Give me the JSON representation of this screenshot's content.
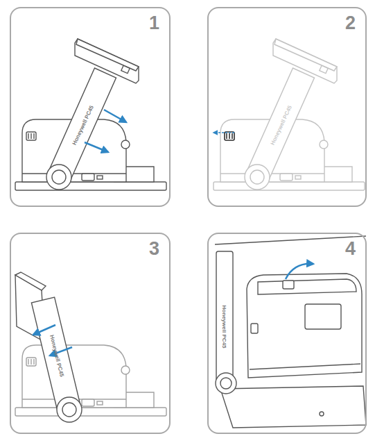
{
  "diagram": {
    "nodes": [
      {
        "text": [
          "1"
        ]
      },
      {
        "text": [
          "2"
        ]
      },
      {
        "text": [
          "3"
        ]
      },
      {
        "text": [
          "4"
        ]
      }
    ],
    "labels": [
      "Honeywell PC45",
      "Honeywell PC45",
      "Honeywell PC45",
      "Honeywell PC45"
    ]
  }
}
